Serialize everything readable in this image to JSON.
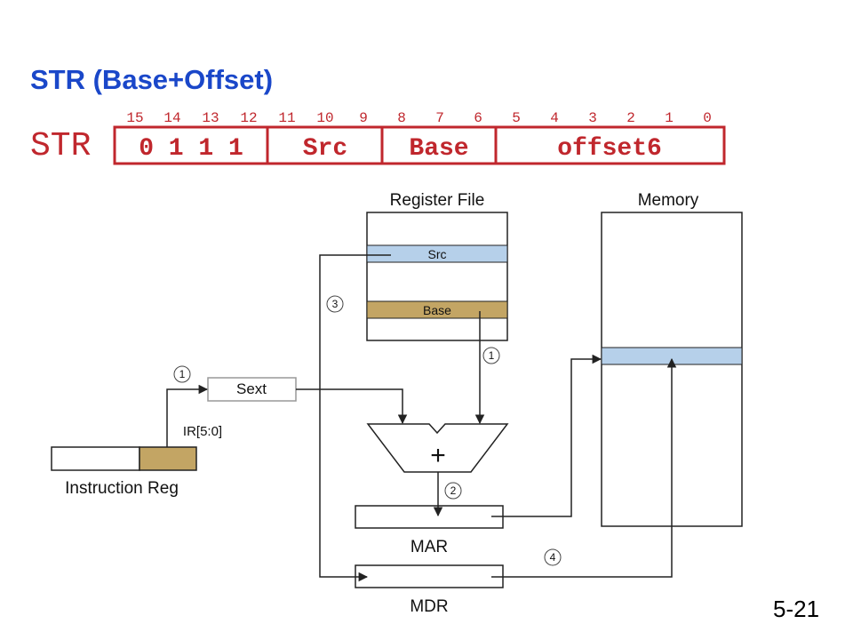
{
  "slide": {
    "title": "STR (Base+Offset)",
    "page_number": "5-21"
  },
  "encoding": {
    "opcode_name": "STR",
    "bit_numbers": [
      "15",
      "14",
      "13",
      "12",
      "11",
      "10",
      "9",
      "8",
      "7",
      "6",
      "5",
      "4",
      "3",
      "2",
      "1",
      "0"
    ],
    "fields": [
      "0 1 1 1",
      "Src",
      "Base",
      "offset6"
    ],
    "color": "#c0272d"
  },
  "diagram": {
    "register_file_label": "Register File",
    "memory_label": "Memory",
    "src_label": "Src",
    "base_label": "Base",
    "sext_label": "Sext",
    "ir_bits_label": "IR[5:0]",
    "instruction_reg_label": "Instruction Reg",
    "adder_symbol": "+",
    "mar_label": "MAR",
    "mdr_label": "MDR",
    "steps": [
      "1",
      "1",
      "2",
      "3",
      "4"
    ],
    "colors": {
      "blue_cell": "#b6d0ea",
      "tan_cell": "#c3a564"
    }
  }
}
